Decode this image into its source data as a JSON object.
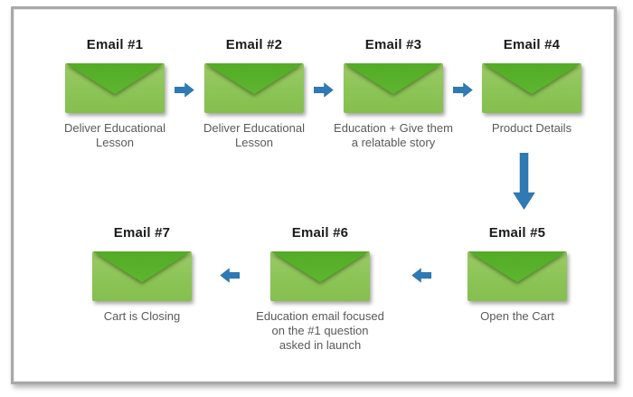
{
  "colors": {
    "envelope_flap_green": "#54ad27",
    "envelope_body_green": "#8cc457",
    "arrow_blue": "#2e7ab5",
    "title_text": "#1b1b1b",
    "caption_text": "#5a5a5a",
    "frame_border": "#a8a8a8"
  },
  "icons": {
    "envelope": "envelope-icon",
    "arrow_right": "arrow-right-icon",
    "arrow_left": "arrow-left-icon",
    "arrow_down": "arrow-down-icon"
  },
  "nodes": [
    {
      "id": "email-1",
      "title": "Email #1",
      "caption": "Deliver Educational\nLesson"
    },
    {
      "id": "email-2",
      "title": "Email #2",
      "caption": "Deliver Educational\nLesson"
    },
    {
      "id": "email-3",
      "title": "Email #3",
      "caption": "Education + Give them\na relatable story"
    },
    {
      "id": "email-4",
      "title": "Email #4",
      "caption": "Product Details"
    },
    {
      "id": "email-5",
      "title": "Email #5",
      "caption": "Open the Cart"
    },
    {
      "id": "email-6",
      "title": "Email #6",
      "caption": "Education email focused\non the #1 question\nasked in launch"
    },
    {
      "id": "email-7",
      "title": "Email #7",
      "caption": "Cart is Closing"
    }
  ],
  "arrows": [
    {
      "from": "email-1",
      "to": "email-2",
      "direction": "right"
    },
    {
      "from": "email-2",
      "to": "email-3",
      "direction": "right"
    },
    {
      "from": "email-3",
      "to": "email-4",
      "direction": "right"
    },
    {
      "from": "email-4",
      "to": "email-5",
      "direction": "down"
    },
    {
      "from": "email-5",
      "to": "email-6",
      "direction": "left"
    },
    {
      "from": "email-6",
      "to": "email-7",
      "direction": "left"
    }
  ]
}
